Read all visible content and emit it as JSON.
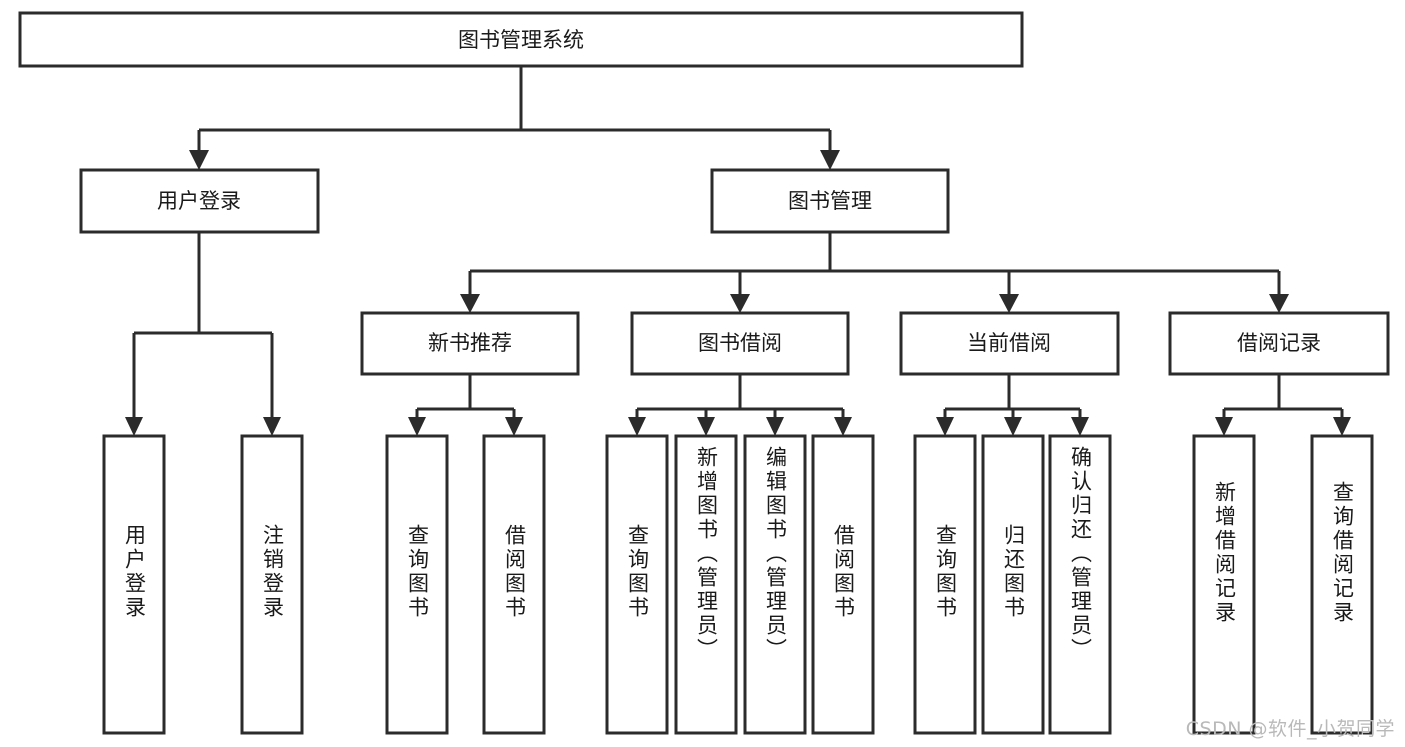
{
  "diagram": {
    "type": "tree",
    "title": "图书管理系统",
    "root": {
      "id": "root",
      "label": "图书管理系统",
      "orientation": "horizontal"
    },
    "level2": [
      {
        "id": "user-login",
        "label": "用户登录",
        "orientation": "horizontal"
      },
      {
        "id": "book-management",
        "label": "图书管理",
        "orientation": "horizontal"
      }
    ],
    "level3": [
      {
        "id": "new-book-recommend",
        "label": "新书推荐",
        "orientation": "horizontal",
        "parent": "book-management"
      },
      {
        "id": "book-borrow",
        "label": "图书借阅",
        "orientation": "horizontal",
        "parent": "book-management"
      },
      {
        "id": "current-borrow",
        "label": "当前借阅",
        "orientation": "horizontal",
        "parent": "book-management"
      },
      {
        "id": "borrow-record",
        "label": "借阅记录",
        "orientation": "horizontal",
        "parent": "book-management"
      }
    ],
    "leaves": [
      {
        "id": "leaf-user-login",
        "label": "用户登录",
        "orientation": "vertical",
        "parent": "user-login"
      },
      {
        "id": "leaf-logout",
        "label": "注销登录",
        "orientation": "vertical",
        "parent": "user-login"
      },
      {
        "id": "leaf-query-book-1",
        "label": "查询图书",
        "orientation": "vertical",
        "parent": "new-book-recommend"
      },
      {
        "id": "leaf-borrow-book-1",
        "label": "借阅图书",
        "orientation": "vertical",
        "parent": "new-book-recommend"
      },
      {
        "id": "leaf-query-book-2",
        "label": "查询图书",
        "orientation": "vertical",
        "parent": "book-borrow"
      },
      {
        "id": "leaf-add-book",
        "label": "新增图书（管理员）",
        "orientation": "vertical",
        "parent": "book-borrow"
      },
      {
        "id": "leaf-edit-book",
        "label": "编辑图书（管理员）",
        "orientation": "vertical",
        "parent": "book-borrow"
      },
      {
        "id": "leaf-borrow-book-2",
        "label": "借阅图书",
        "orientation": "vertical",
        "parent": "book-borrow"
      },
      {
        "id": "leaf-query-book-3",
        "label": "查询图书",
        "orientation": "vertical",
        "parent": "current-borrow"
      },
      {
        "id": "leaf-return-book",
        "label": "归还图书",
        "orientation": "vertical",
        "parent": "current-borrow"
      },
      {
        "id": "leaf-confirm-return",
        "label": "确认归还（管理员）",
        "orientation": "vertical",
        "parent": "current-borrow"
      },
      {
        "id": "leaf-add-record",
        "label": "新增借阅记录",
        "orientation": "vertical",
        "parent": "borrow-record"
      },
      {
        "id": "leaf-query-record",
        "label": "查询借阅记录",
        "orientation": "vertical",
        "parent": "borrow-record"
      }
    ],
    "colors": {
      "background": "#ffffff",
      "box_fill": "#ffffff",
      "box_stroke": "#2b2b2b",
      "text": "#1a1a1a",
      "watermark": "#b9b9b9"
    }
  },
  "watermark": {
    "text": "CSDN @软件_小贺同学"
  }
}
